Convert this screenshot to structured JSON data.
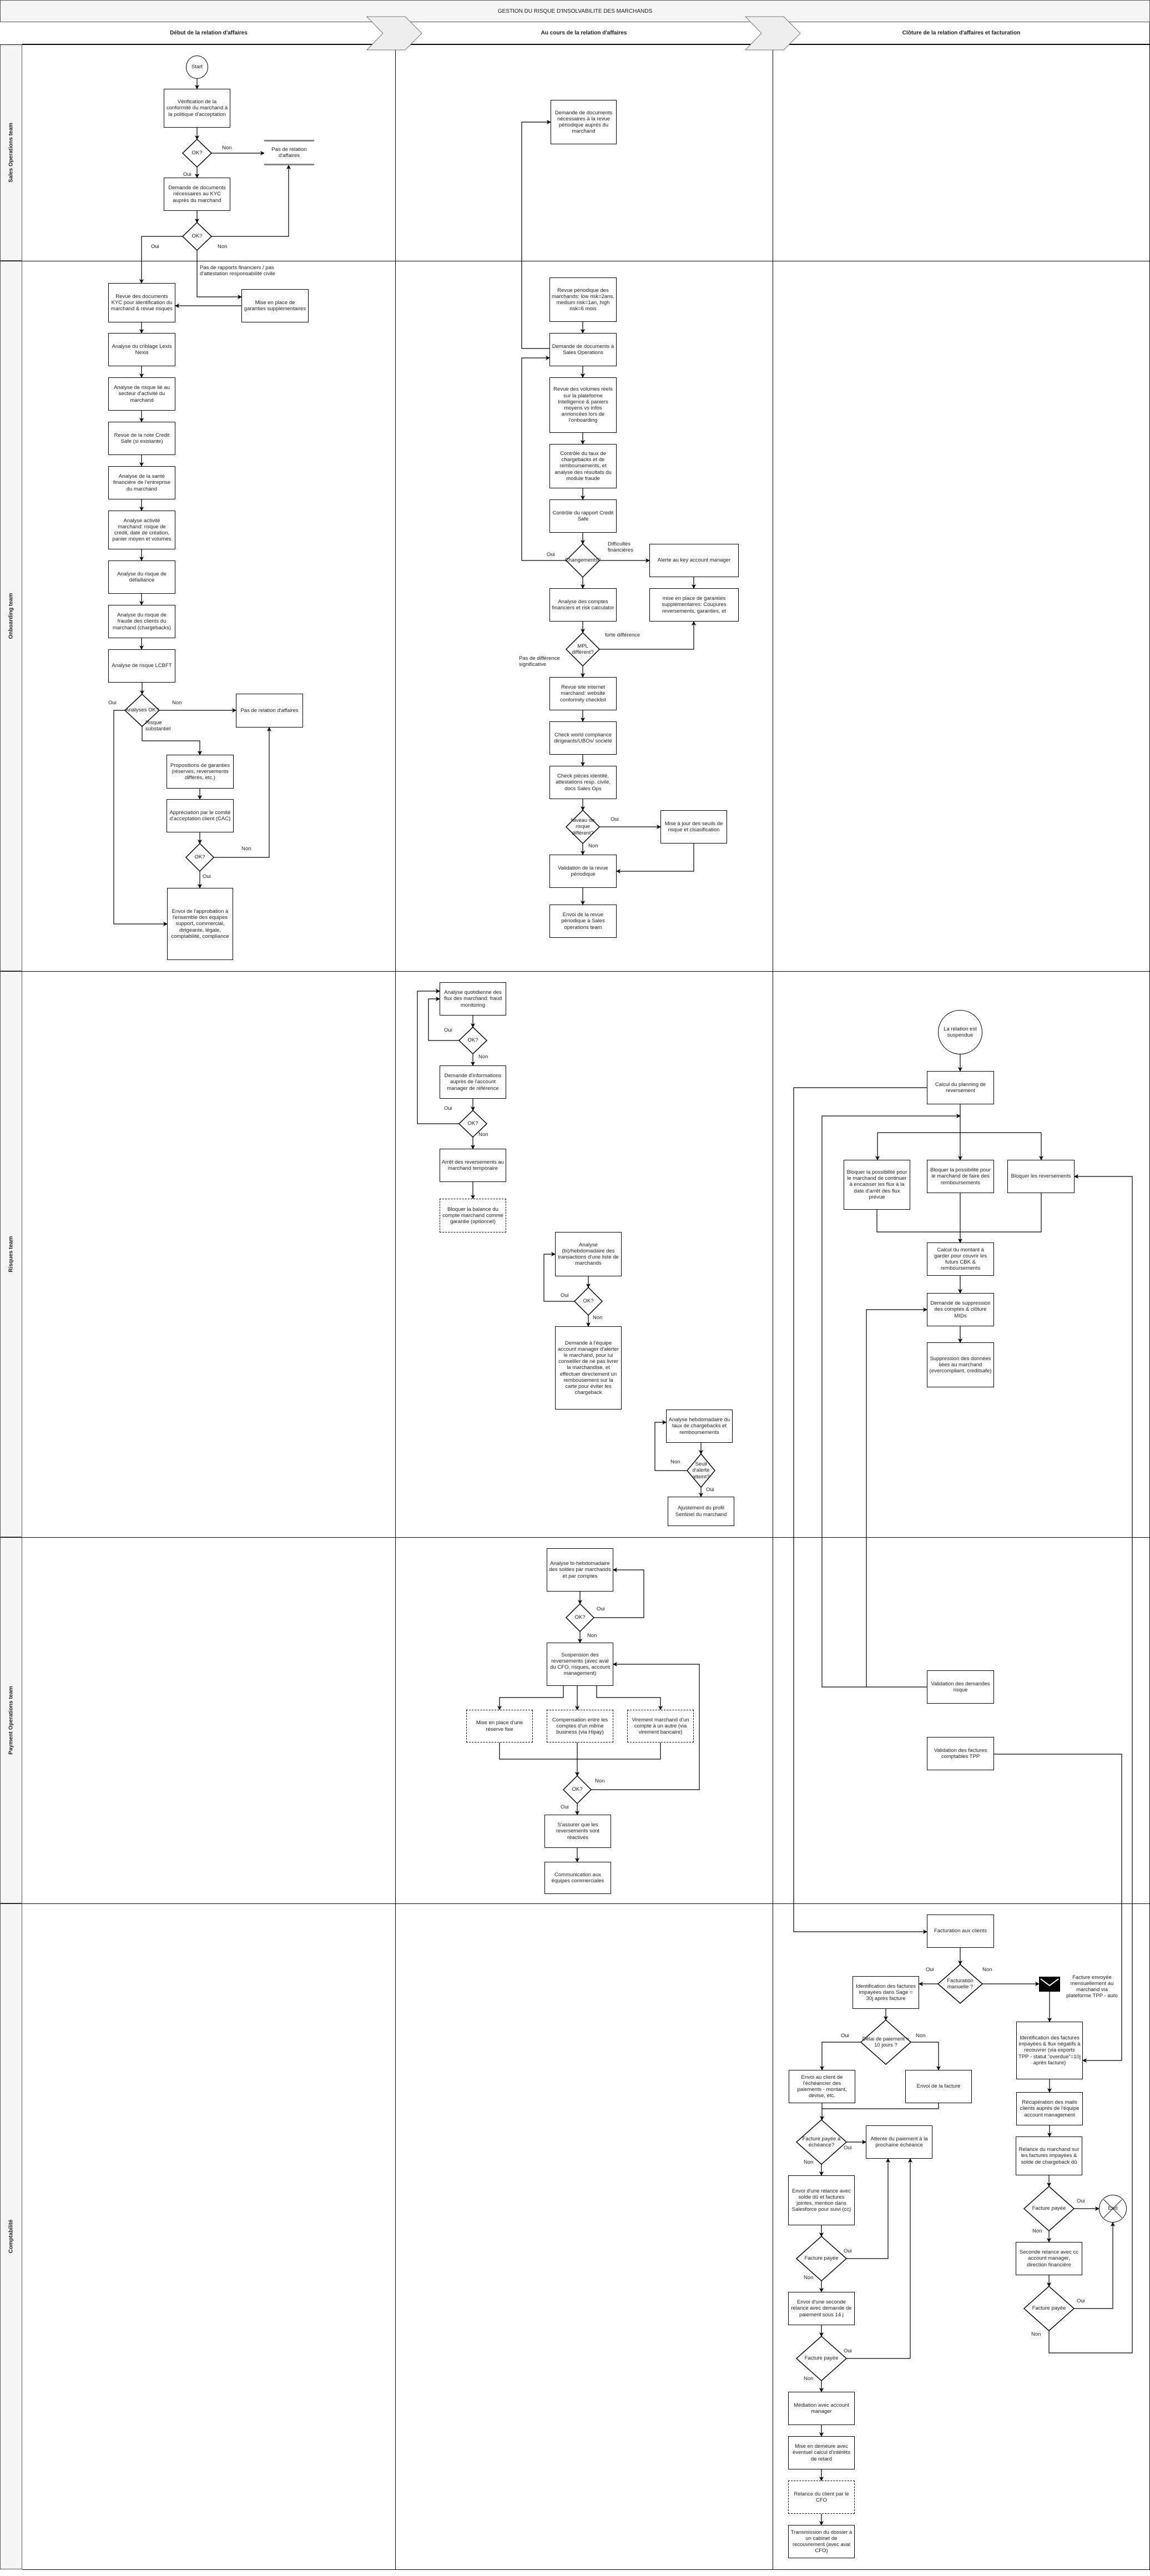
{
  "title": "GESTION DU RISQUE D'INSOLVABILITE DES MARCHANDS",
  "phases": [
    "Début de la relation d'affaires",
    "Au cours de la relation d'affaires",
    "Clôture de la relation d'affaires et facturation"
  ],
  "lanes": [
    "Sales Operations team",
    "Onboarding team",
    "Risques team",
    "Payment Operations team",
    "Comptabilité"
  ],
  "colors": {
    "lane_header_bg": "#f5f5f5",
    "chevron": "#eeeeee",
    "line": "#000000"
  },
  "icons": {
    "envelope": "envelope-icon",
    "end": "end-x-circle-icon"
  },
  "nodes": {
    "start": "Start",
    "s_verif": "Vérification de la conformité du marchand à la politique d'acceptation",
    "s_ok1": "OK?",
    "s_pas": "Pas de relation d'affaires",
    "s_kyc": "Demande de documents nécessaires au KYC auprès du marchand",
    "s_ok2": "OK?",
    "s_demrev": "Demande de documents nécessaires à la revue périodique auprès du marchand",
    "o_kyc": "Revue des documents KYC pour identification du marchand & revue risques",
    "o_garanties": "Mise en place de garanties supplémentaires",
    "o_crib": "Analyse du criblage Lexis Nexis",
    "o_secteur": "Analyse de risque lié au secteur d'activité du marchand",
    "o_credit": "Revue de la note Credit Safe (si existante)",
    "o_sante": "Analyse de la santé financière de l'entreprise du marchand",
    "o_activite": "Analyse activité marchand: risque de crédit, date de création, panier moyen et volumes",
    "o_defaillance": "Analyse du risque de défaillance",
    "o_fraude": "Analyse du risque de fraude des clients du marchand (chargebacks)",
    "o_lcbft": "Analyse de risque LCBFT",
    "o_analyses": "Analyses OK?",
    "o_pasrel": "Pas de relation d'affaires",
    "o_propositions": "Propositions de garanties (réserves, reversements différés, etc.)",
    "o_appreciation": "Appréciation par le comité d'acceptation client (CAC)",
    "o_ok": "OK?",
    "o_envoi": "Envoi de l'approbation à l'ensemble des équipes support, commercial, dirigeante, légale, comptabilité, compliance",
    "o_revper": "Revue périodique des marchands: low risk=2ans, medium risk=1an, high risk=6 mois",
    "o_demsales": "Demande de documents à Sales Operations",
    "o_volumes": "Revue des volumes réels sur la plateforme Intelligence & paniers moyens vs infos annoncées lors de l'onboarding",
    "o_taux": "Contrôle du taux de chargebacks et de remboursements, et analyse des résultats du module fraude",
    "o_creditsafe": "Contrôle du rapport Credit Safe",
    "o_changements": "Changements?",
    "o_alerte": "Alerte au key account manager",
    "o_garanties2": "mise en place de garanties supplémentaires: Coupures reversements, garanties, et",
    "o_comptes": "Analyse des comptes financiers et risk calculator",
    "o_mpl": "MPL différent?",
    "o_site": "Revue site internet marchand: website conformity checklist",
    "o_world": "Check world compliance dirigeants/UBOs/ société",
    "o_pieces": "Check pièces identité, attestations resp. civile, docs Sales Ops",
    "o_niveau": "Niveau de risque différent?",
    "o_maj": "Mise à jour des seuils de risque et clsasification",
    "o_validation": "Validation de la revue périodique",
    "o_envoirev": "Envoi de la revue périodique à Sales operations team",
    "r_quot": "Analyse quotidienne des flux des marchand: fraud monitoring",
    "r_ok1": "OK?",
    "r_dem": "Demande d'informations auprès de l'account manager de référence",
    "r_ok2": "OK?",
    "r_arret": "Arrêt des reversements au marchand temporaire",
    "r_balance": "Bloquer la balance du compte marchand comme garantie (optionnel)",
    "r_hebdo": "Analyse (bi)/hebdomadaire des transactions d'une liste de marchands",
    "r_ok3": "OK?",
    "r_demam": "Demande à l'équipe account manager d'alerter le marchand, pour lui conseiller de ne pas livrer la marchandise, et effectuer directement un rembousement sur la carte pour éviter les chargeback",
    "r_cbk": "Analyse hebdomadaire du taux de chargebacks et remboursements",
    "r_seuil": "Seuil d'alerte atteint?",
    "r_sentinel": "Ajustement du profil Sentinel du marchand",
    "r_suspendue": "La relation est suspendue",
    "r_planning": "Calcul du planning de reversement",
    "r_bloq1": "Bloquer la possibilité pour le marchand de continuer à encaisser les flux à la date d'arrêt des flux prévue",
    "r_bloq2": "Bloquer la possibilité pour le marchand de faire des remboursements",
    "r_bloq3": "Bloquer les reversements",
    "r_montant": "Calcul du montant à garder pour couvrir les futurs CBK & remboursements",
    "r_demsupp": "Demande de suppression des comptes & clôture MIDs",
    "r_suppdon": "Suppression des données liées au marchand (evercompliant, creditsafe)",
    "p_bihebdo": "Analyse bi-hebdomadaire des soldes par marchands et par comptes",
    "p_ok1": "OK?",
    "p_suspension": "Suspension des reversements (avec aval du CFO, risques, account management)",
    "p_reserve": "Mise en place d'une réserve fixe",
    "p_comp": "Compensation entre les comptes d'un même business (via Hipay)",
    "p_virement": "Virement marchand d'un compte à un autre (via virement bancaire)",
    "p_ok2": "OK?",
    "p_assurer": "S'assurer que les reversements sont réactivés",
    "p_comm": "Communication aux équipes commerciales",
    "p_valrisque": "Validation des demandes risque",
    "p_valtpp": "Validation des factures comptables TPP",
    "c_fact": "Facturation aux clients",
    "c_manuelle": "Facturation manuelle ?",
    "c_sage": "Identification des factures impayées dans Sage = 30j après facture",
    "c_envtext": "Facture envoyée mensuellement au marchand via plateforme TPP - auto",
    "c_delai": "Délai de paiement > 10 jours ?",
    "c_echeancier": "Envoi au client de l'échéancier des paiements - montant, devise, etc.",
    "c_envoifact": "Envoi de la facture",
    "c_tpp": "Identification des factures impayées & flux négatifs à recouvrer (via exports TPP - statut \"overdue\"=10j après facture)",
    "c_recup": "Récupération des mails clients auprès de l'équipe account management",
    "c_echeance": "Facture payée à échéance?",
    "c_attente": "Attente du paiement à la prochaine échéance",
    "c_relance1": "Envoi d'une relance avec solde dû et factures jointes, mention dans Salesforce pour suivi (cc)",
    "c_payee1": "Facture payée",
    "c_relance2": "Envoi d'une seconde relance avec demande de paiement sous 14 j",
    "c_payee2": "Facture payée",
    "c_mediation": "Médiation avec account manager",
    "c_demeure": "Mise en demeure avec éventuel calcul d'intérêts de retard",
    "c_cfo": "Relance du client par le CFO",
    "c_transmission": "Transmission du dossier à un cabinet de recouvrement (avec aval CFO)",
    "c_relmarch": "Relance du marchand sur les factures impayées & solde de chargeback dû",
    "c_payee3": "Facture payée",
    "c_end": "End",
    "c_seconde": "Seconde relance avec cc account manager, direction financière",
    "c_payee4": "Facture payée"
  },
  "edge_labels": [
    "Non",
    "Oui",
    "Oui",
    "Non",
    "Pas de rapports financiers / pas d'attestation responsabilité civile",
    "Oui",
    "Non",
    "Risque substantiel",
    "Non",
    "Oui",
    "Oui",
    "Difficultés financières",
    "forte différence",
    "Pas de différence significative",
    "Oui",
    "Non",
    "Oui",
    "Non",
    "Oui",
    "Non",
    "Oui",
    "Non",
    "Non",
    "Oui",
    "Oui",
    "Non",
    "Non",
    "Oui",
    "Oui",
    "Non",
    "Oui",
    "Non",
    "Oui",
    "Non",
    "Oui",
    "Non",
    "Oui",
    "Non",
    "Oui",
    "Non",
    "Oui",
    "Non"
  ]
}
